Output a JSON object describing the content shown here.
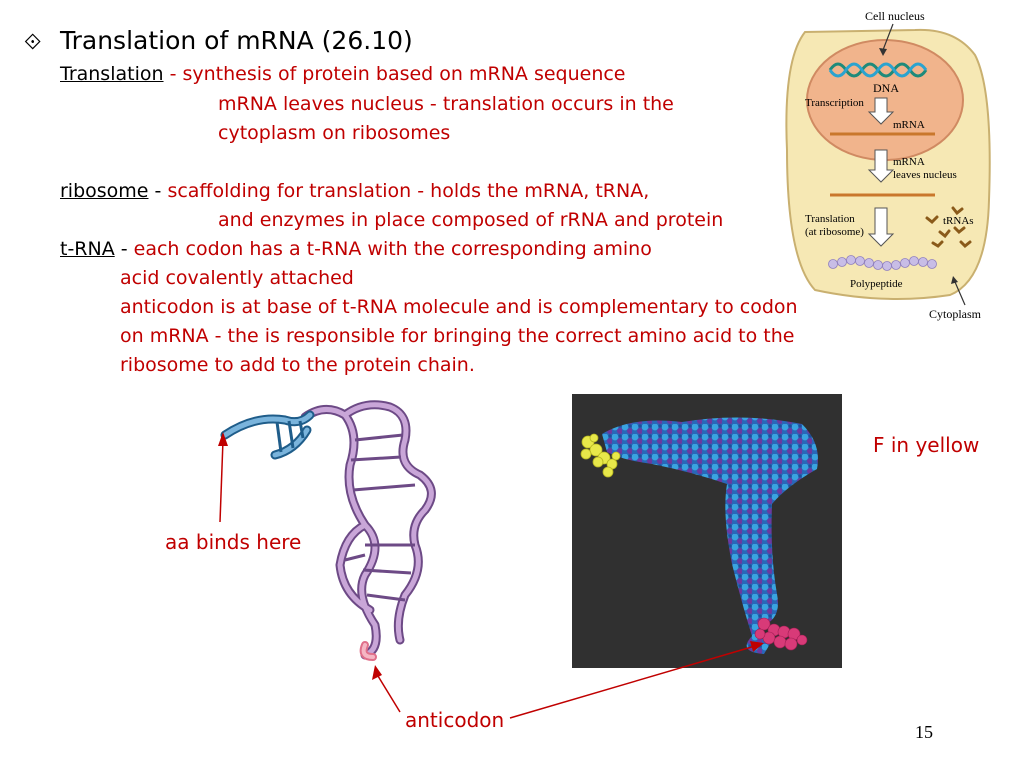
{
  "slide": {
    "bullet_icon": "diamond-bullet-icon",
    "title": "Translation of mRNA (26.10)",
    "translation_term": "Translation",
    "translation_sep": " - ",
    "translation_def1": "synthesis of protein based on mRNA sequence",
    "translation_def2": "mRNA leaves nucleus - translation occurs in the",
    "translation_def3": "cytoplasm on ribosomes",
    "ribosome_term": "ribosome",
    "ribosome_sep": " - ",
    "ribosome_def1": "scaffolding for translation - holds the mRNA, tRNA,",
    "ribosome_def2": "and enzymes in place composed of rRNA and protein",
    "trna_term": "t-RNA",
    "trna_sep": " - ",
    "trna_def1": "each codon has a t-RNA with the corresponding amino",
    "trna_def2": "acid covalently attached",
    "trna_def3": "anticodon is at base of t-RNA molecule and is complementary to codon",
    "trna_def4": "on mRNA - the is responsible for bringing the correct amino acid to the",
    "trna_def5": "ribosome to add to the protein chain.",
    "caption_aa": "aa binds here",
    "caption_anticodon": "anticodon",
    "caption_f": "F in yellow",
    "page_number": "15",
    "colors": {
      "red_text": "#c00000",
      "cell_fill": "#f6e8b4",
      "nucleus_fill": "#f1b48c"
    }
  },
  "cell_diagram": {
    "cell_nucleus": "Cell nucleus",
    "dna": "DNA",
    "transcription": "Transcription",
    "mrna": "mRNA",
    "mrna_leaves_1": "mRNA",
    "mrna_leaves_2": "leaves nucleus",
    "translation_1": "Translation",
    "translation_2": "(at ribosome)",
    "trnas": "tRNAs",
    "polypeptide": "Polypeptide",
    "cytoplasm": "Cytoplasm"
  }
}
